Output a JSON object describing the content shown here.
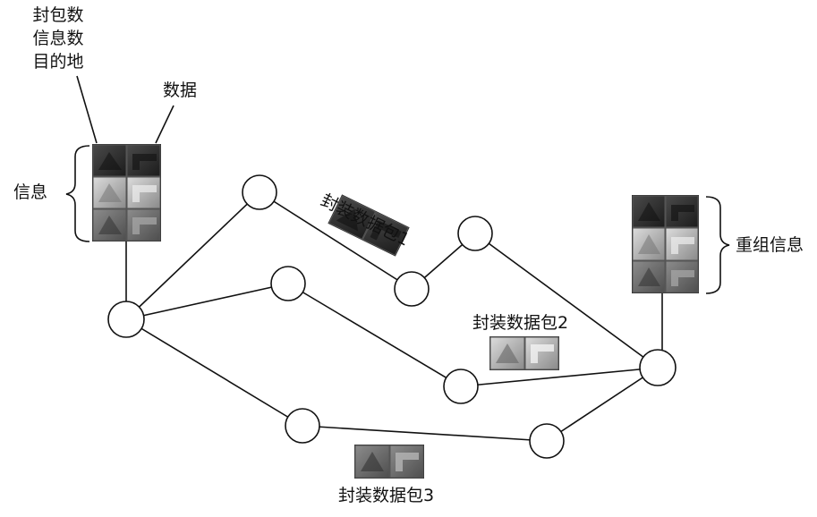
{
  "labels": {
    "header_lines": [
      "封包数",
      "信息数",
      "目的地"
    ],
    "data": "数据",
    "info": "信息",
    "reassemble": "重组信息",
    "packet1": "封装数据包1",
    "packet2": "封装数据包2",
    "packet3": "封装数据包3"
  },
  "colors": {
    "line": "#111111",
    "node_fill": "#ffffff",
    "block_dark": "#2e2e2e",
    "block_mid": "#6f6f6f",
    "block_light": "#b9b9b9",
    "block_bevel": "#555555"
  }
}
